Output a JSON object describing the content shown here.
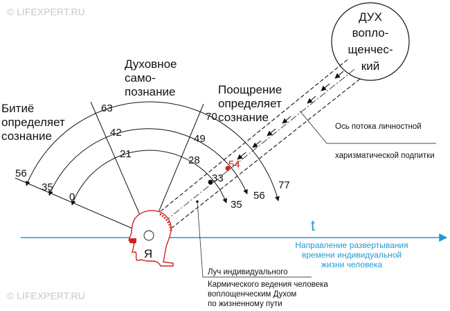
{
  "watermark": "© LIFEXPERT.RU",
  "labels": {
    "being_line1": "Битиё",
    "being_line2": "определяет",
    "being_line3": "сознание",
    "spiritual_line1": "Духовное",
    "spiritual_line2": "само-",
    "spiritual_line3": "познание",
    "reward_line1": "Поощрение",
    "reward_line2": "определяет",
    "reward_line3": "сознание",
    "spirit_line1": "ДУХ",
    "spirit_line2": "вопло-",
    "spirit_line3": "щенчес-",
    "spirit_line4": "кий",
    "self": "Я",
    "time_symbol": "t",
    "time_line1": "Направление развертывания",
    "time_line2": "времени индивидуальной",
    "time_line3": "жизни человека",
    "axis_line1": "Ось потока личностной",
    "axis_line2": "харизматической подпитки",
    "ray_line1": "Луч индивидуального",
    "ray_line2": "Кармического ведения человека",
    "ray_line3": "воплощенческим Духом",
    "ray_line4": "по жизненному пути"
  },
  "numbers": {
    "n0": "0",
    "n21": "21",
    "n42": "42",
    "n63": "63",
    "n35l": "35",
    "n56l": "56",
    "n28": "28",
    "n49": "49",
    "n70": "70",
    "n33": "33",
    "n54": "54",
    "n35r": "35",
    "n56r": "56",
    "n77": "77"
  },
  "colors": {
    "line": "#111111",
    "accent_red": "#d42020",
    "time_blue": "#1f9ad6",
    "watermark": "#c8c8c8"
  }
}
